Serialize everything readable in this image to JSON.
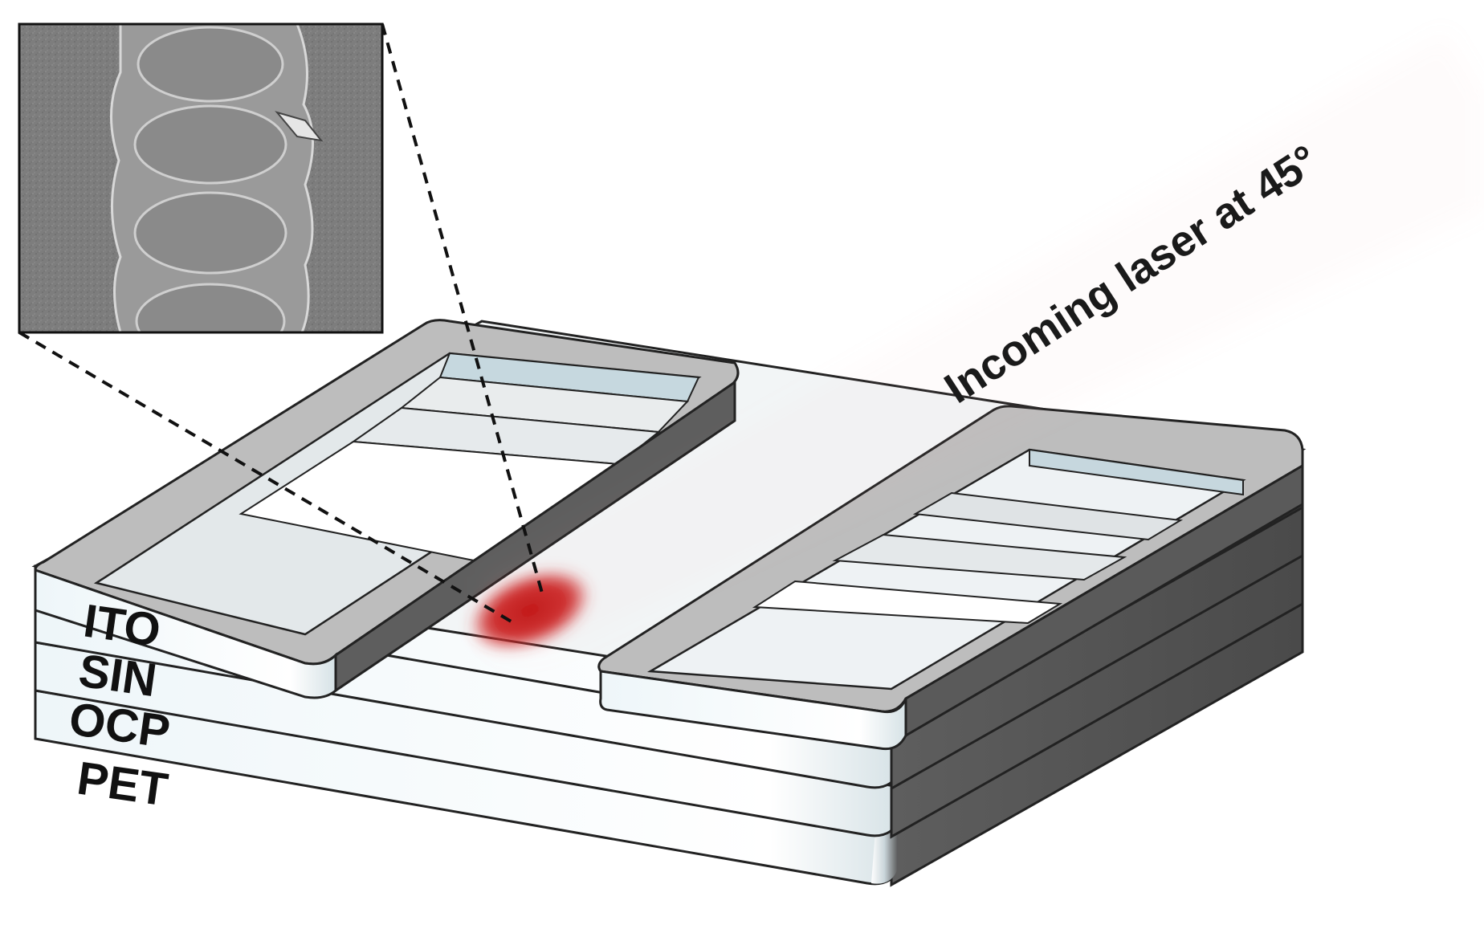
{
  "layers": [
    {
      "label": "ITO"
    },
    {
      "label": "SIN"
    },
    {
      "label": "OCP"
    },
    {
      "label": "PET"
    }
  ],
  "laser": {
    "label": "Incoming laser at 45°",
    "color": "#cc1f1f"
  },
  "inset": {
    "description_icon": "micrograph-inset"
  },
  "colors": {
    "edge_dark": "#555555",
    "edge_light": "#d8e6ea",
    "outline": "#222222",
    "top_tint": "#cfdde3"
  }
}
